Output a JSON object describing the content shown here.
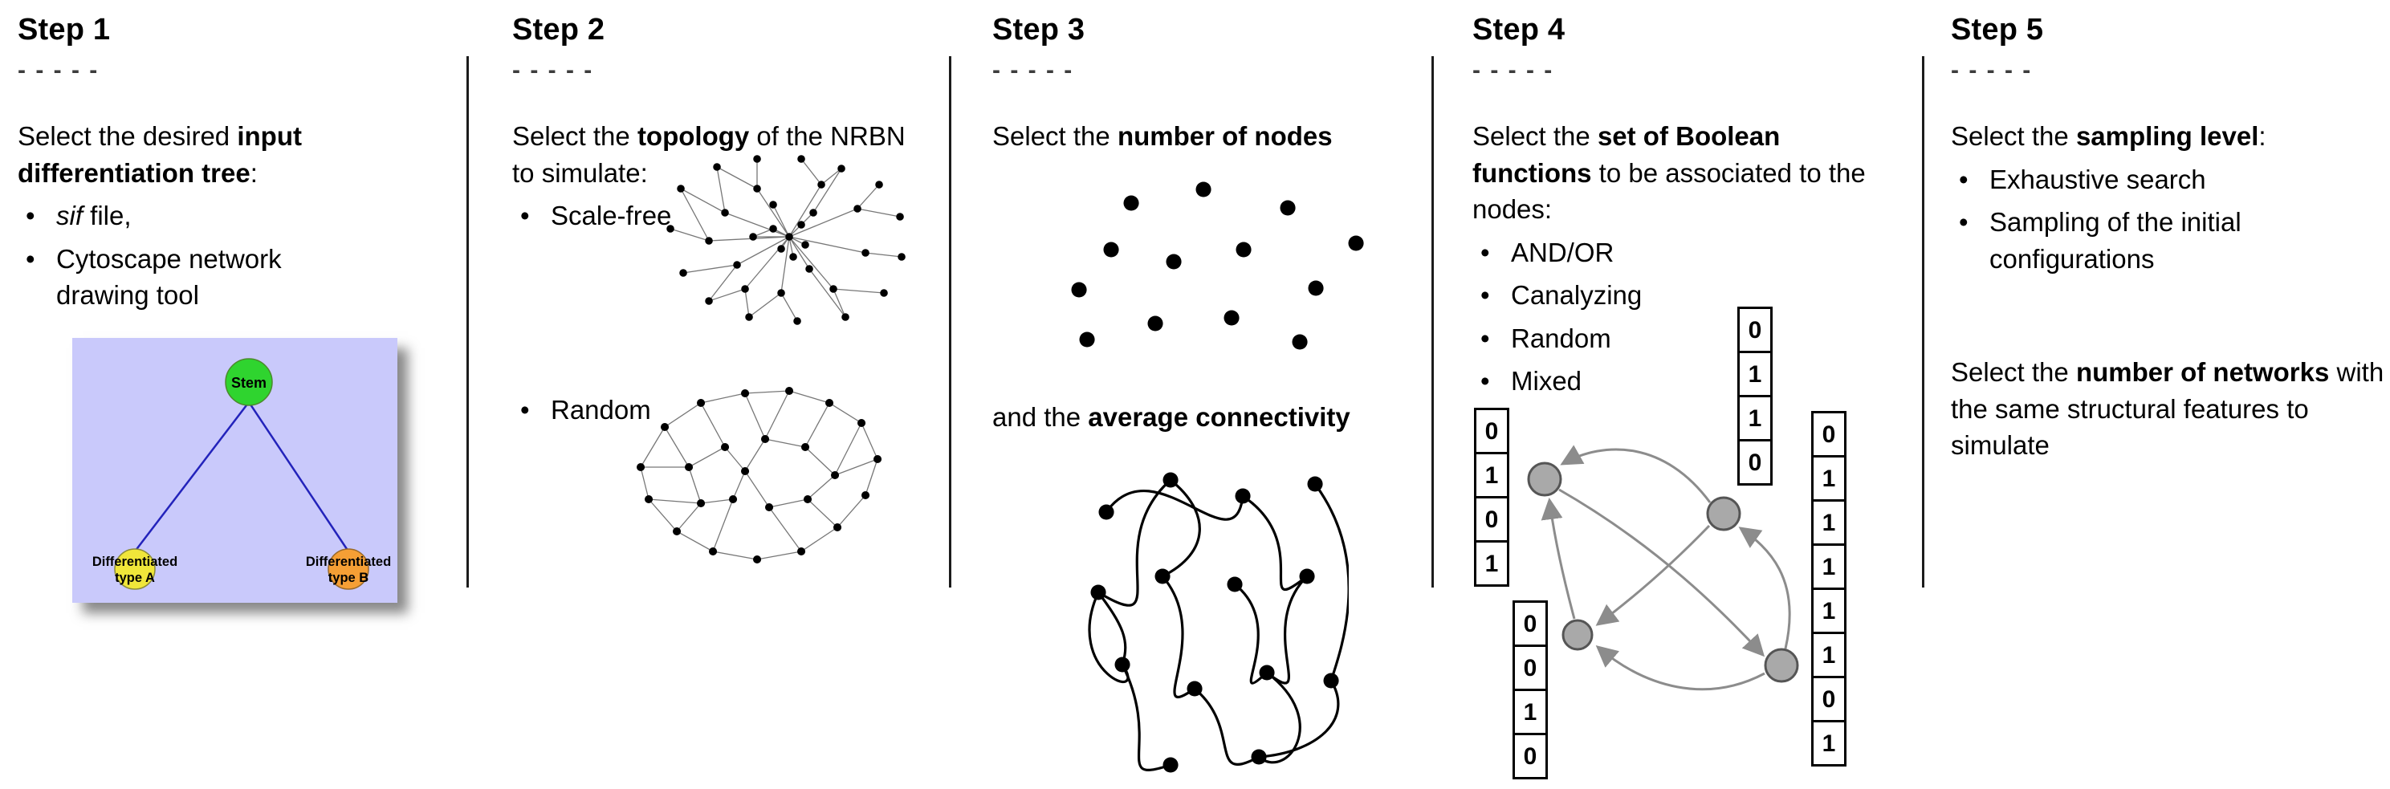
{
  "step1": {
    "title": "Step 1",
    "dashes": "- - - - -",
    "intro": [
      "Select the desired ",
      "input differentiation tree",
      ":"
    ],
    "bullets": {
      "b1_italic": "sif",
      "b1_rest": " file,",
      "b2": "Cytoscape network drawing tool"
    },
    "tree": {
      "stem_label": "Stem",
      "type_a_line1": "Differentiated",
      "type_a_line2": "type A",
      "type_b_line1": "Differentiated",
      "type_b_line2": "type B",
      "colors": {
        "background": "#c9c9fb",
        "stem": "#2fd42f",
        "type_a": "#f0e63a",
        "type_b": "#f59f35",
        "edge": "#2323bb"
      }
    }
  },
  "step2": {
    "title": "Step 2",
    "dashes": "- - - - -",
    "intro": [
      "Select the ",
      "topology",
      " of the NRBN to simulate:"
    ],
    "bullet_scale_free": "Scale-free",
    "bullet_random": "Random"
  },
  "step3": {
    "title": "Step 3",
    "dashes": "- - - - -",
    "line1": [
      "Select the ",
      "number of nodes"
    ],
    "line2": [
      "and the ",
      "average connectivity"
    ]
  },
  "step4": {
    "title": "Step 4",
    "dashes": "- - - - -",
    "intro": [
      "Select the ",
      "set of Boolean functions",
      " to be associated to the nodes:"
    ],
    "bullets": [
      "AND/OR",
      "Canalyzing",
      "Random",
      "Mixed"
    ],
    "figure": {
      "node_color": "#a9a9a9",
      "arrow_color": "#8c8c8c",
      "tables": {
        "top": [
          "0",
          "1",
          "1",
          "0"
        ],
        "left": [
          "0",
          "1",
          "0",
          "1"
        ],
        "right": [
          "0",
          "1",
          "1",
          "1",
          "1",
          "1",
          "0",
          "1"
        ],
        "bottom": [
          "0",
          "0",
          "1",
          "0"
        ]
      }
    }
  },
  "step5": {
    "title": "Step 5",
    "dashes": "- - - - -",
    "line1": [
      "Select the ",
      "sampling level",
      ":"
    ],
    "bullets": [
      "Exhaustive search",
      "Sampling of the initial configurations"
    ],
    "line2": [
      "Select the ",
      "number of networks",
      " with the same structural features to simulate"
    ]
  }
}
